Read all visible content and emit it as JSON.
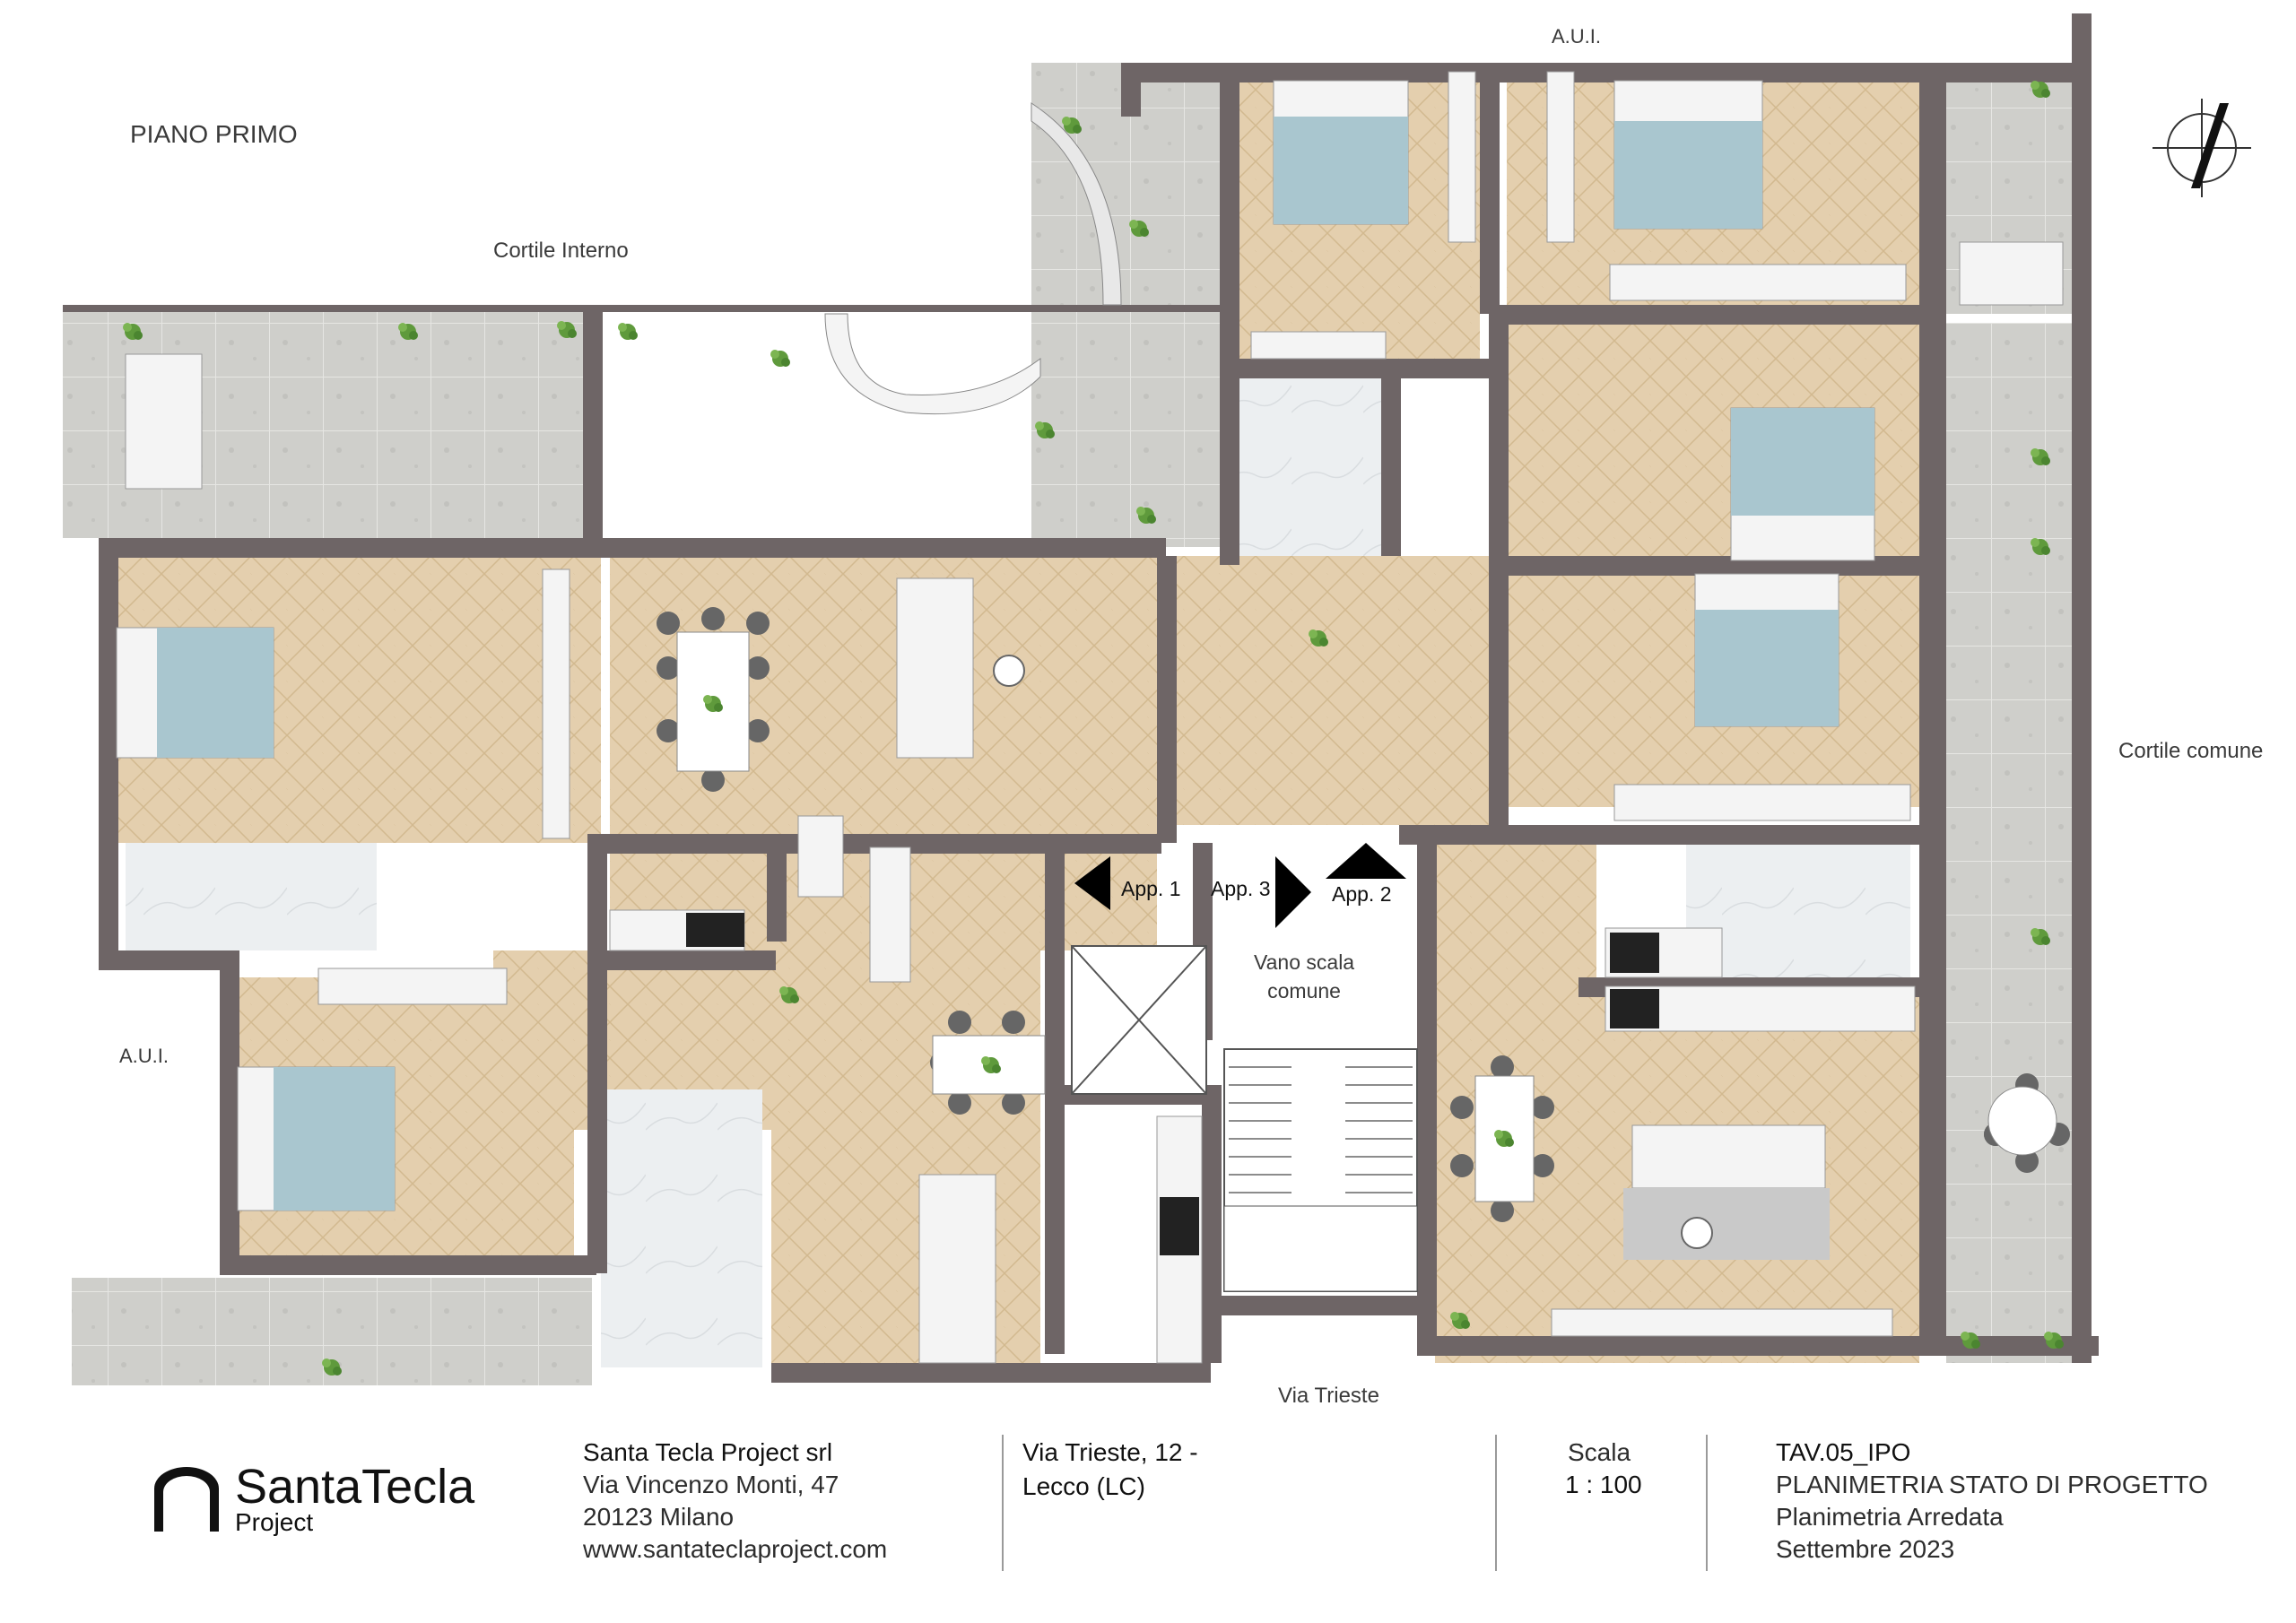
{
  "plan": {
    "floor_label": "PIANO PRIMO",
    "labels": {
      "cortile_interno": "Cortile Interno",
      "aui_top": "A.U.I.",
      "aui_left": "A.U.I.",
      "cortile_comune": "Cortile comune",
      "via_trieste": "Via Trieste",
      "vano_scala_line1": "Vano scala",
      "vano_scala_line2": "comune",
      "app1": "App. 1",
      "app2": "App. 2",
      "app3": "App. 3"
    },
    "colors": {
      "wall": "#6e6566",
      "wood": "#e4cfae",
      "terrace": "#cfcfcb",
      "bathroom": "#e9ecee",
      "bed_blue": "#a9c6cf",
      "furniture": "#f4f4f4",
      "dark": "#5b5b5b"
    }
  },
  "footer": {
    "company": {
      "logo_line1": "SantaTecla",
      "logo_line2": "Project",
      "name": "Santa Tecla Project srl",
      "street": "Via Vincenzo Monti, 47",
      "city": "20123 Milano",
      "website": "www.santateclaproject.com"
    },
    "address": {
      "line1": "Via Trieste, 12 -",
      "line2": "Lecco (LC)"
    },
    "scale": {
      "label": "Scala",
      "value": "1 : 100"
    },
    "drawing": {
      "code": "TAV.05_IPO",
      "title": "PLANIMETRIA STATO DI PROGETTO",
      "subtitle": "Planimetria Arredata",
      "date": "Settembre 2023"
    }
  }
}
